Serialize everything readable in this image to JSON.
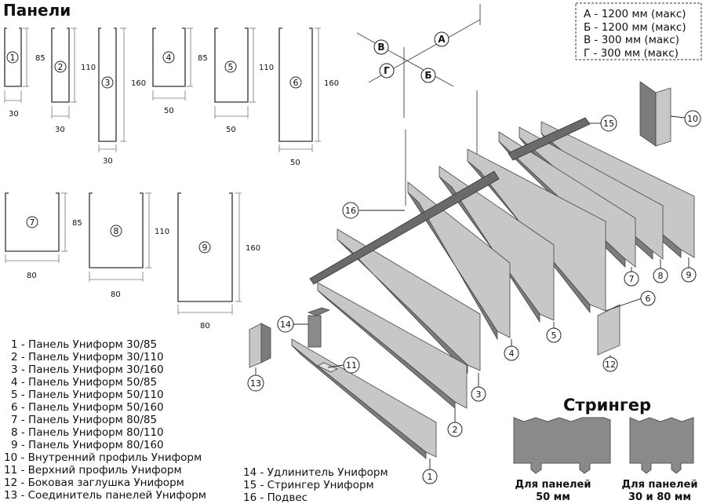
{
  "title": "Панели",
  "stringer_title": "Стрингер",
  "max_box": [
    "А - 1200 мм (макс)",
    "Б - 1200 мм (макс)",
    "В - 300 мм (макс)",
    "Г - 300 мм (макс)"
  ],
  "directions": [
    "А",
    "Б",
    "В",
    "Г"
  ],
  "profiles": [
    {
      "num": "1",
      "height": "85",
      "width": "30"
    },
    {
      "num": "2",
      "height": "110",
      "width": "30"
    },
    {
      "num": "3",
      "height": "160",
      "width": "30"
    },
    {
      "num": "4",
      "height": "85",
      "width": "50"
    },
    {
      "num": "5",
      "height": "110",
      "width": "50"
    },
    {
      "num": "6",
      "height": "160",
      "width": "50"
    },
    {
      "num": "7",
      "height": "85",
      "width": "80"
    },
    {
      "num": "8",
      "height": "110",
      "width": "80"
    },
    {
      "num": "9",
      "height": "160",
      "width": "80"
    }
  ],
  "legend_left": [
    "1 - Панель Униформ 30/85",
    "2 - Панель Униформ 30/110",
    "3 - Панель Униформ 30/160",
    "4 - Панель Униформ 50/85",
    "5 - Панель Униформ 50/110",
    "6 - Панель Униформ 50/160",
    "7 - Панель Униформ 80/85",
    "8 - Панель Униформ 80/110",
    "9 - Панель Униформ 80/160",
    "10 - Внутренний профиль Униформ",
    "11 - Верхний профиль Униформ",
    "12 - Боковая заглушка Униформ",
    "13 - Соединитель панелей Униформ"
  ],
  "legend_right": [
    "14 - Удлинитель Униформ",
    "15 - Стрингер Униформ",
    "16 - Подвес"
  ],
  "callouts": [
    "1",
    "2",
    "3",
    "4",
    "5",
    "6",
    "7",
    "8",
    "9",
    "10",
    "11",
    "12",
    "13",
    "14",
    "15",
    "16"
  ],
  "stringer_labels": [
    {
      "line1": "Для панелей",
      "line2": "50 мм"
    },
    {
      "line1": "Для панелей",
      "line2": "30 и 80 мм"
    }
  ]
}
